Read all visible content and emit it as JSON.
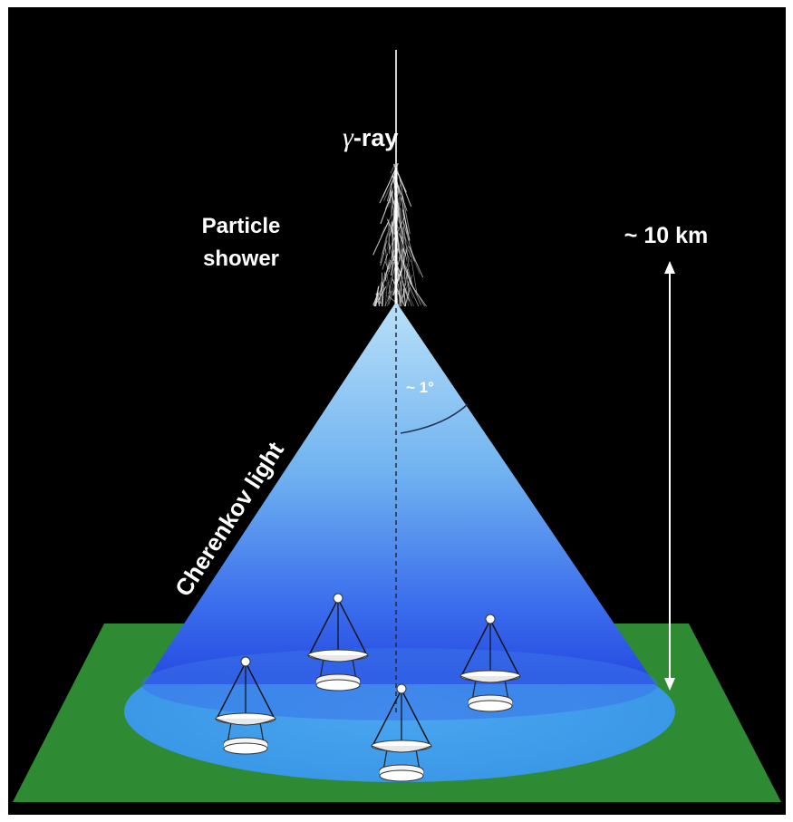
{
  "labels": {
    "gamma_ray_symbol": "γ",
    "gamma_ray_text": "-ray",
    "particle_shower_line1": "Particle",
    "particle_shower_line2": "shower",
    "distance": "~ 10 km",
    "angle": "~ 1°",
    "cherenkov_light": "Cherenkov light"
  },
  "colors": {
    "sky": "#000000",
    "frame": "#ffffff",
    "ground": "#2e8b34",
    "light_pool": "#3f9dea",
    "cone_top": "#a9d6f6",
    "cone_bottom": "#2a55e8",
    "text": "#ffffff"
  },
  "telescope_count": 4
}
